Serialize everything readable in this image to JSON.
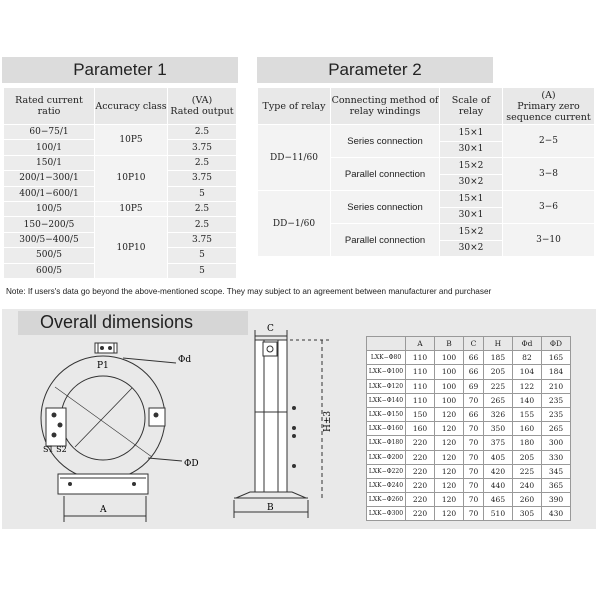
{
  "param1": {
    "title": "Parameter 1",
    "headers": [
      "Rated current ratio",
      "Accuracy class",
      "(VA)",
      "Rated output"
    ],
    "ratios": [
      "60−75/1",
      "100/1",
      "150/1",
      "200/1−300/1",
      "400/1−600/1",
      "100/5",
      "150−200/5",
      "300/5−400/5",
      "500/5",
      "600/5"
    ],
    "classes": [
      "10P5",
      "10P10",
      "10P5",
      "10P10"
    ],
    "outputs": [
      "2.5",
      "3.75",
      "2.5",
      "3.75",
      "5",
      "2.5",
      "2.5",
      "3.75",
      "5",
      "5"
    ]
  },
  "param2": {
    "title": "Parameter 2",
    "headers": [
      "Type of relay",
      "Connecting method of relay windings",
      "Scale of relay",
      "(A)",
      "Primary zero sequence current"
    ],
    "relays": [
      "DD−11/60",
      "DD−1/60"
    ],
    "methods": [
      "Series connection",
      "Parallel connection",
      "Series connection",
      "Parallel connection"
    ],
    "scales": [
      "15×1",
      "30×1",
      "15×2",
      "30×2",
      "15×1",
      "30×1",
      "15×2",
      "30×2"
    ],
    "currents": [
      "2−5",
      "3−8",
      "3−6",
      "3−10"
    ]
  },
  "note": "Note: If users's data go beyond the above-mentioned scope. They may subject to an agreement between manufacturer and purchaser",
  "dims": {
    "title": "Overall dimensions",
    "labels": {
      "p1": "P1",
      "phid": "Φd",
      "phiD": "ΦD",
      "s1s2": "S1 S2",
      "a": "A",
      "b": "B",
      "c": "C",
      "h": "H±3"
    },
    "headers": [
      "",
      "A",
      "B",
      "C",
      "H",
      "Φd",
      "ΦD"
    ],
    "rows": [
      [
        "LXK−Φ80",
        "110",
        "100",
        "66",
        "185",
        "82",
        "165"
      ],
      [
        "LXK−Φ100",
        "110",
        "100",
        "66",
        "205",
        "104",
        "184"
      ],
      [
        "LXK−Φ120",
        "110",
        "100",
        "69",
        "225",
        "122",
        "210"
      ],
      [
        "LXK−Φ140",
        "110",
        "100",
        "70",
        "265",
        "140",
        "235"
      ],
      [
        "LXK−Φ150",
        "150",
        "120",
        "66",
        "326",
        "155",
        "235"
      ],
      [
        "LXK−Φ160",
        "160",
        "120",
        "70",
        "350",
        "160",
        "265"
      ],
      [
        "LXK−Φ180",
        "220",
        "120",
        "70",
        "375",
        "180",
        "300"
      ],
      [
        "LXK−Φ200",
        "220",
        "120",
        "70",
        "405",
        "205",
        "330"
      ],
      [
        "LXK−Φ220",
        "220",
        "120",
        "70",
        "420",
        "225",
        "345"
      ],
      [
        "LXK−Φ240",
        "220",
        "120",
        "70",
        "440",
        "240",
        "365"
      ],
      [
        "LXK−Φ260",
        "220",
        "120",
        "70",
        "465",
        "260",
        "390"
      ],
      [
        "LXK−Φ300",
        "220",
        "120",
        "70",
        "510",
        "305",
        "430"
      ]
    ]
  }
}
